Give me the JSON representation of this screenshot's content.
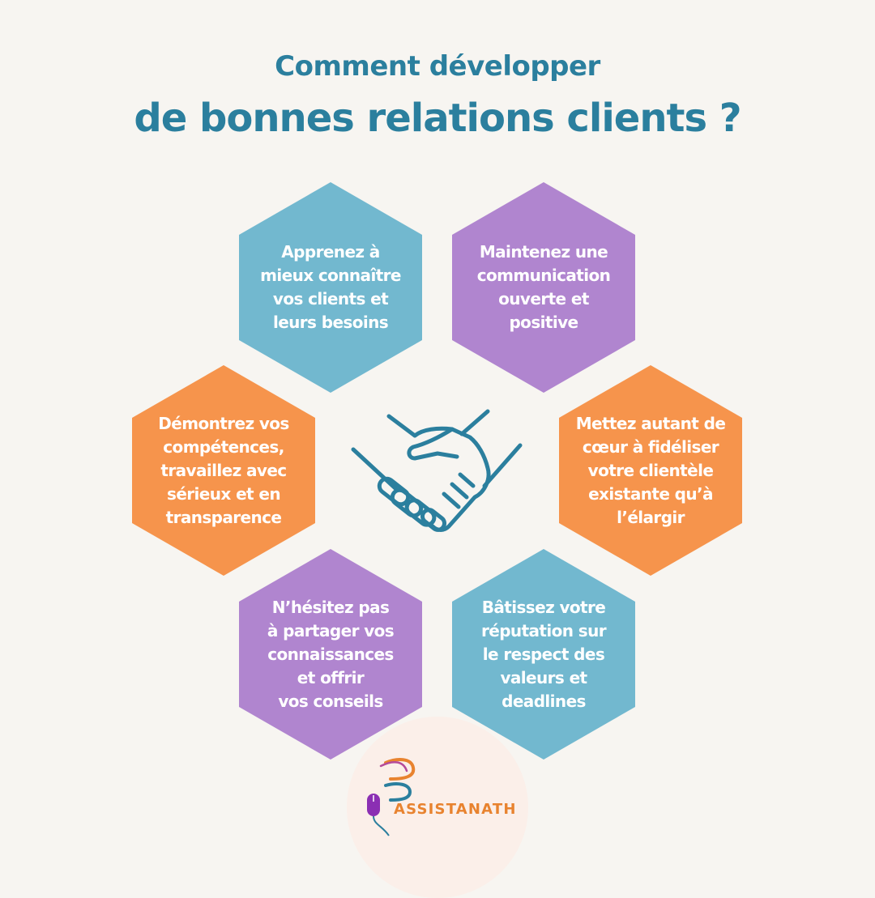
{
  "title": {
    "line1": "Comment développer",
    "line2": "de bonnes relations clients ?"
  },
  "tips": [
    {
      "text": "Apprenez à\nmieux connaître\nvos clients et\nleurs besoins",
      "color": "#72b8cf"
    },
    {
      "text": "Maintenez une\ncommunication\nouverte et\npositive",
      "color": "#b085cf"
    },
    {
      "text": "Démontrez vos\ncompétences,\ntravaillez avec\nsérieux et en\ntransparence",
      "color": "#f6944c"
    },
    {
      "text": "Mettez autant de\ncœur à fidéliser\nvotre clientèle\nexistante qu’à\nl’élargir",
      "color": "#f6944c"
    },
    {
      "text": "N’hésitez pas\nà partager vos\nconnaissances\net offrir\nvos conseils",
      "color": "#b085cf"
    },
    {
      "text": "Bâtissez votre\nréputation sur\nle respect des\nvaleurs et\ndeadlines",
      "color": "#72b8cf"
    }
  ],
  "center_icon": "handshake-icon",
  "logo": {
    "text": "ASSISTANATH",
    "icon": "computer-mouse-icon"
  },
  "colors": {
    "background": "#f7f5f1",
    "title": "#2b7f9e",
    "blue": "#72b8cf",
    "purple": "#b085cf",
    "orange": "#f6944c",
    "icon_stroke": "#2b7f9e"
  }
}
